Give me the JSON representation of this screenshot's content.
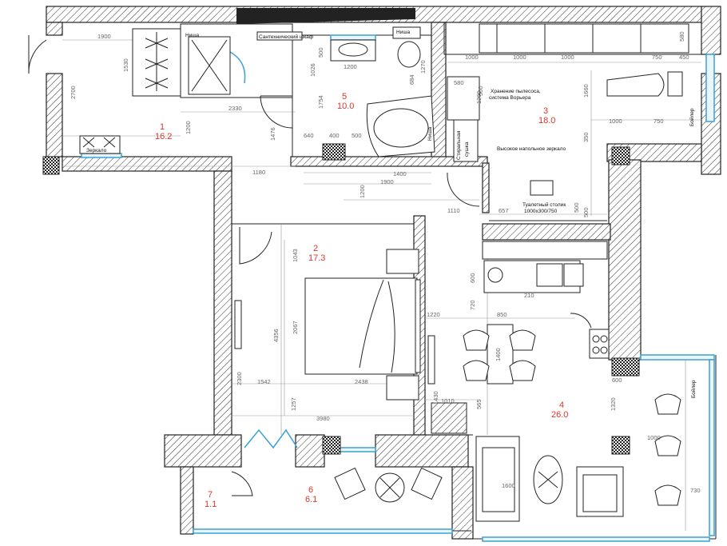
{
  "rooms": [
    {
      "id": "r1",
      "number": "1",
      "area": "16.2"
    },
    {
      "id": "r2",
      "number": "2",
      "area": "17.3"
    },
    {
      "id": "r3",
      "number": "3",
      "area": "18.0"
    },
    {
      "id": "r4",
      "number": "4",
      "area": "26.0"
    },
    {
      "id": "r5",
      "number": "5",
      "area": "10.0"
    },
    {
      "id": "r6",
      "number": "6",
      "area": "6.1"
    },
    {
      "id": "r7",
      "number": "7",
      "area": "1.1"
    }
  ],
  "labels": {
    "mirror": "Зеркало",
    "niche_top_left": "Ниша",
    "niche_top_right": "Ниша",
    "niche_bath": "Ниша",
    "sanitary_box": "Сантехнический шкаф",
    "storage": "Хранение пылесоса,",
    "storage2": "система Ворьера",
    "tall_mirror": "Высокое напольное зеркало",
    "washer": "Стиральная",
    "washer2": "сушка",
    "vanity": "Туалетный столик",
    "vanity2": "1000х300/750",
    "boiler_right": "Бойлер",
    "boiler_lower": "Бойлер"
  },
  "dimensions": [
    "1900",
    "1530",
    "2700",
    "2330",
    "1200",
    "1180",
    "1476",
    "1754",
    "1026",
    "640",
    "400",
    "500",
    "1400",
    "1900",
    "1200",
    "500",
    "1200",
    "684",
    "1270",
    "580",
    "500",
    "1000",
    "1000",
    "1000",
    "750",
    "450",
    "580",
    "1000",
    "750",
    "1200",
    "1660",
    "350",
    "500",
    "500",
    "657",
    "1110",
    "1043",
    "1220",
    "4356",
    "2067",
    "2300",
    "1542",
    "2438",
    "3980",
    "1257",
    "600",
    "720",
    "210",
    "850",
    "1400",
    "1430",
    "1010",
    "565",
    "600",
    "1320",
    "1000",
    "1600",
    "730"
  ]
}
